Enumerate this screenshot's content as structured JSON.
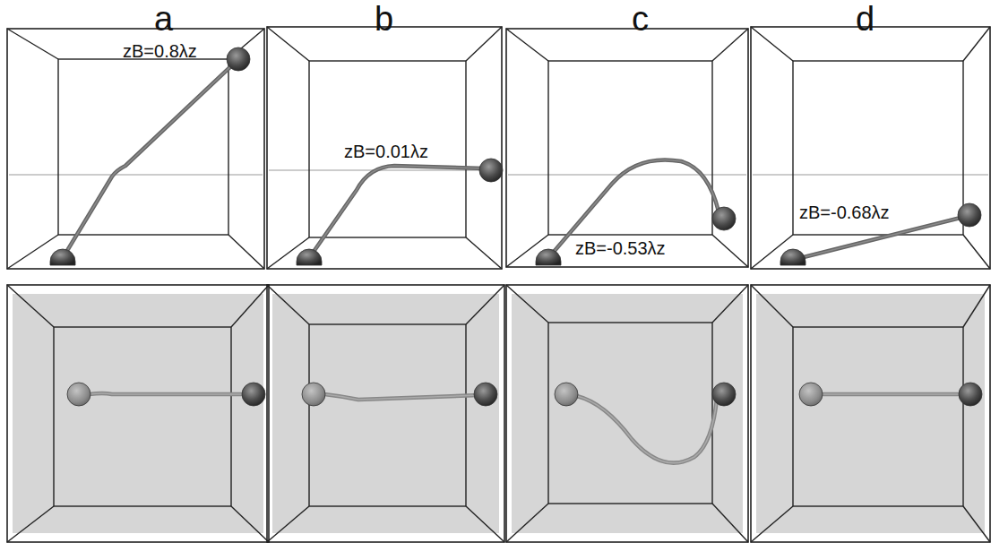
{
  "diagram": {
    "labels": [
      "a",
      "b",
      "c",
      "d",
      "zB=0.8λz",
      "zB=0.01λz",
      "zB=-0.53λz",
      "zB=-0.68λz"
    ]
  }
}
